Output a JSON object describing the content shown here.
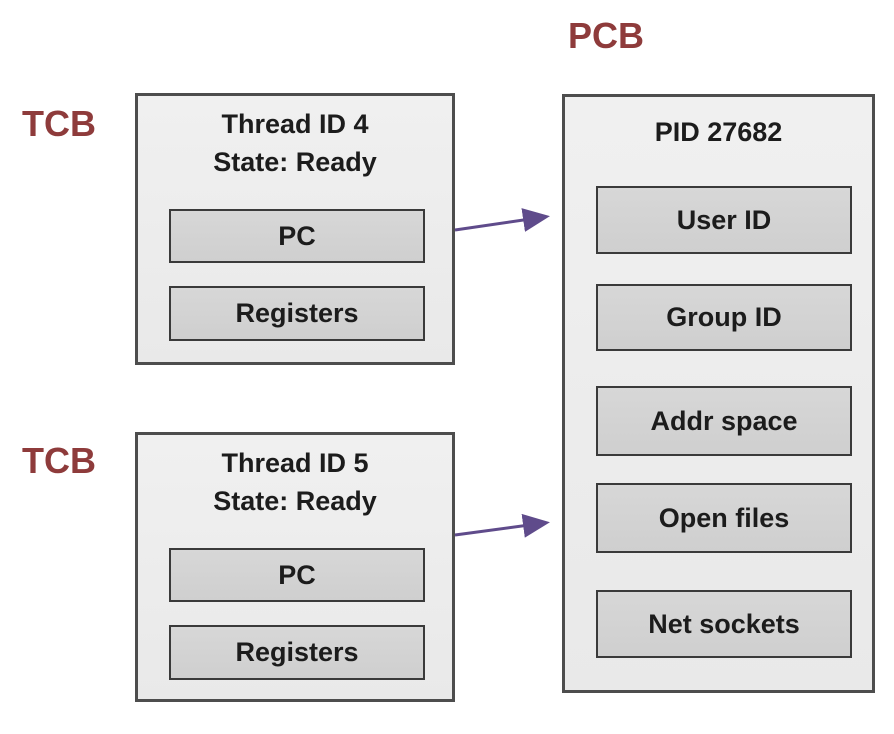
{
  "colors": {
    "section_label": "#8e3b3b",
    "arrow": "#5f4b8b",
    "outer_box_fill": "#ececec",
    "outer_box_border": "#4d4d4d",
    "inner_box_fill": "#d3d3d3",
    "inner_box_border": "#3a3a3a",
    "box_text": "#1c1c1c"
  },
  "tcb1": {
    "label": "TCB",
    "title_line1": "Thread ID 4",
    "title_line2": "State: Ready",
    "fields": [
      "PC",
      "Registers"
    ]
  },
  "tcb2": {
    "label": "TCB",
    "title_line1": "Thread ID 5",
    "title_line2": "State: Ready",
    "fields": [
      "PC",
      "Registers"
    ]
  },
  "pcb": {
    "label": "PCB",
    "title": "PID 27682",
    "fields": [
      "User ID",
      "Group ID",
      "Addr space",
      "Open files",
      "Net sockets"
    ]
  }
}
